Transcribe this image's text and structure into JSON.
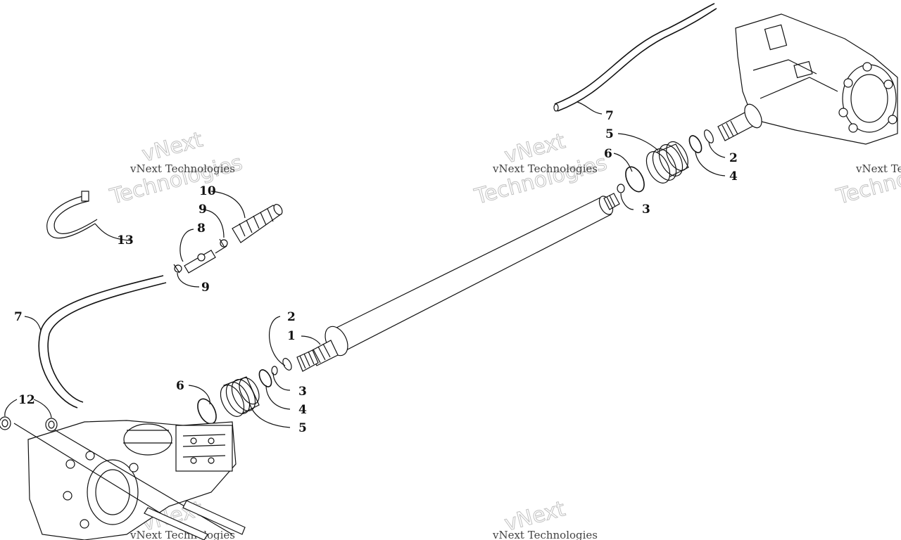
{
  "watermark": {
    "line1": "vNext Technologies",
    "line2": "Technologies",
    "line3": "vNext"
  },
  "callouts": {
    "c1": "1",
    "c2a": "2",
    "c2b": "2",
    "c3a": "3",
    "c3b": "3",
    "c4a": "4",
    "c4b": "4",
    "c5a": "5",
    "c5b": "5",
    "c6a": "6",
    "c6b": "6",
    "c7a": "7",
    "c7b": "7",
    "c8": "8",
    "c9a": "9",
    "c9b": "9",
    "c10": "10",
    "c12": "12",
    "c13": "13"
  }
}
